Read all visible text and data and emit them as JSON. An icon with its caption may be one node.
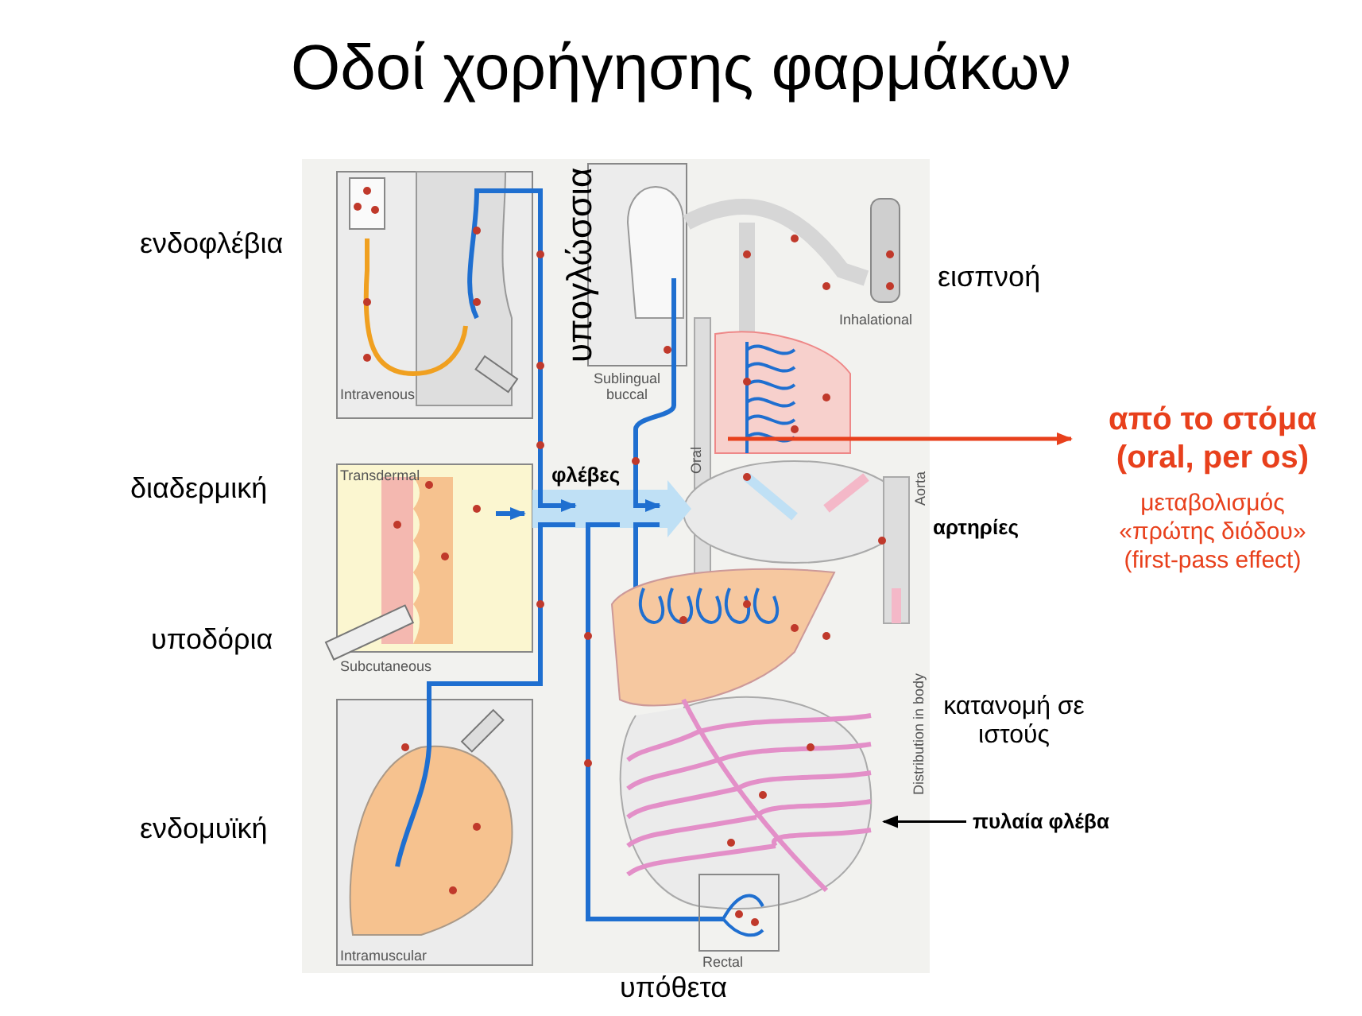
{
  "diagram": {
    "title": "Οδοί χορήγησης φαρμάκων",
    "nodes": [
      {
        "text": [
          "από το στόμα (oral, per os)",
          "μεταβολισμός «πρώτης διόδου» (first-pass effect)"
        ]
      },
      {
        "text": [
          "πυλαία φλέβα"
        ]
      }
    ],
    "edges": [
      {
        "from": null,
        "to": 0,
        "arrow": "to",
        "color": "#e8401c"
      },
      {
        "from": 1,
        "to": null,
        "arrow": "to",
        "color": "#000000"
      }
    ],
    "labels": [
      "ενδοφλέβια",
      "υπογλώσσια",
      "εισπνοή",
      "Intravenous",
      "Sublingual buccal",
      "Inhalational",
      "Oral",
      "Aorta",
      "Transdermal",
      "φλέβες",
      "διαδερμική",
      "αρτηρίες",
      "υποδόρια",
      "Subcutaneous",
      "κατανομή σε ιστούς",
      "Distribution in body",
      "ενδομυϊκή",
      "Intramuscular",
      "Rectal",
      "υπόθετα"
    ]
  }
}
